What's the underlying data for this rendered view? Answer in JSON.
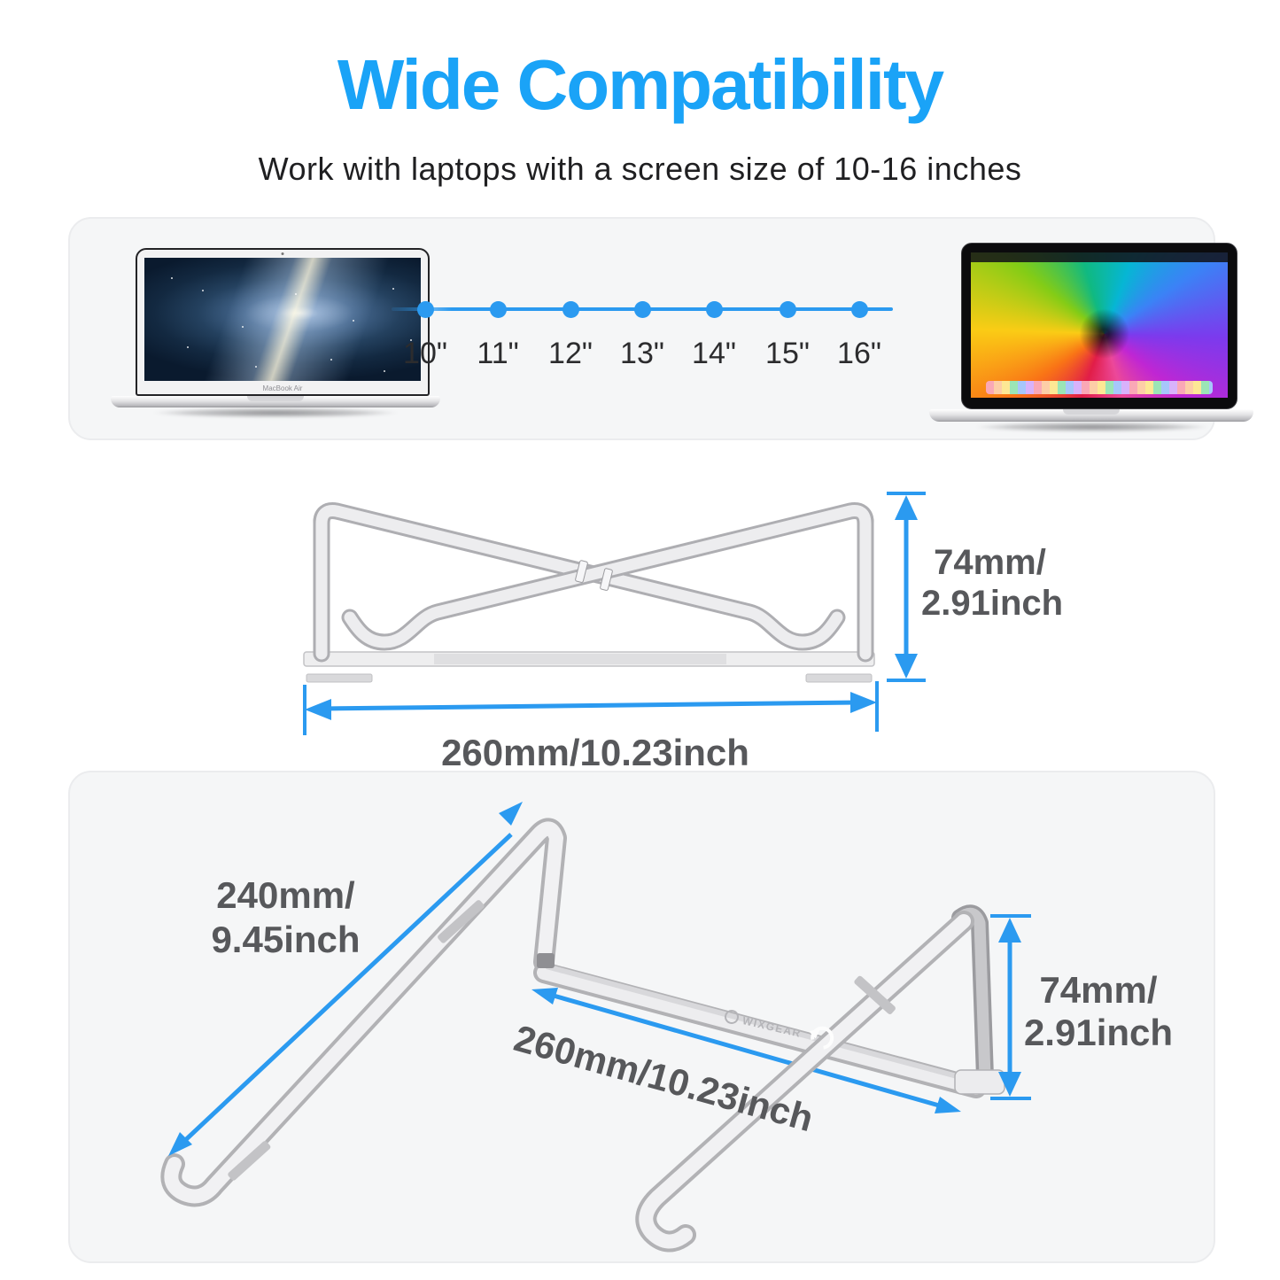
{
  "page": {
    "title": "Wide Compatibility",
    "subtitle": "Work with laptops with a screen size of 10-16 inches"
  },
  "colors": {
    "title_blue": "#1aa3f7",
    "accent_blue": "#2b9af0",
    "dimension_text": "#57585b",
    "panel_bg": "#f5f6f7"
  },
  "banner": {
    "sizes": [
      "10\"",
      "11\"",
      "12\"",
      "13\"",
      "14\"",
      "15\"",
      "16\""
    ],
    "left_laptop_label": "MacBook Air"
  },
  "folded_stand": {
    "width_label": "260mm/10.23inch",
    "height_label": [
      "74mm/",
      "2.91inch"
    ]
  },
  "unfolded_stand": {
    "brand": "WIXGEAR",
    "depth_label": [
      "240mm/",
      "9.45inch"
    ],
    "width_label": "260mm/10.23inch",
    "height_label": [
      "74mm/",
      "2.91inch"
    ]
  }
}
